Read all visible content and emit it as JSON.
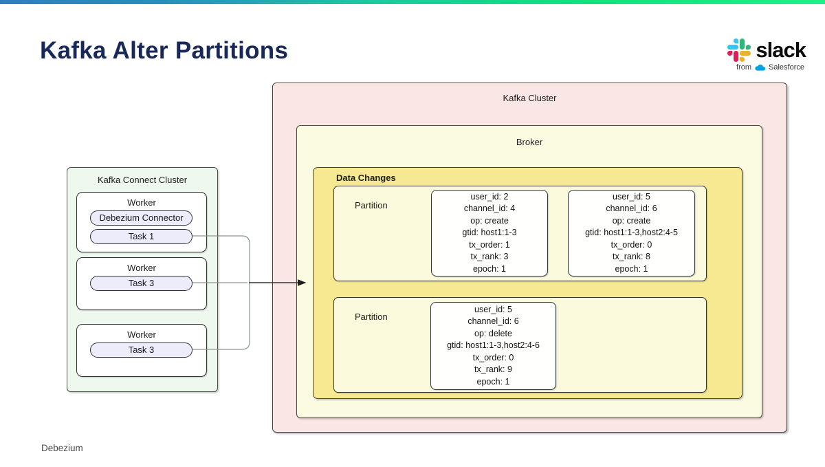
{
  "slide": {
    "title": "Kafka Alter Partitions",
    "footer": "Debezium"
  },
  "brand": {
    "wordmark": "slack",
    "tagline_from": "from",
    "tagline_company": "Salesforce",
    "slack_blue": "#36C5F0",
    "slack_green": "#2EB67D",
    "slack_red": "#E01E5A",
    "slack_yellow": "#ECB22E",
    "salesforce_blue": "#00A1E0"
  },
  "accent_bar": {
    "gradient_left": "#2E7FC2",
    "gradient_mid": "#1FC8A0",
    "gradient_right": "#22EF87"
  },
  "diagram": {
    "connect_cluster": {
      "label": "Kafka Connect Cluster",
      "fill": "#EEF8EE",
      "pill_fill": "#ECECFA",
      "workers": [
        {
          "label": "Worker",
          "pills": [
            {
              "label": "Debezium Connector"
            },
            {
              "label": "Task 1"
            }
          ]
        },
        {
          "label": "Worker",
          "pills": [
            {
              "label": "Task 3"
            }
          ]
        },
        {
          "label": "Worker",
          "pills": [
            {
              "label": "Task 3"
            }
          ]
        }
      ]
    },
    "kafka_cluster": {
      "label": "Kafka Cluster",
      "fill": "#FAE6E4",
      "broker": {
        "label": "Broker",
        "fill": "#FBFBE2",
        "data_changes": {
          "label": "Data Changes",
          "fill": "#F6E992",
          "partitions": [
            {
              "label": "Partition",
              "fill": "#FCFADC",
              "messages": [
                {
                  "fields": [
                    "user_id: 2",
                    "channel_id: 4",
                    "op: create",
                    "gtid: host1:1-3",
                    "tx_order: 1",
                    "tx_rank: 3",
                    "epoch: 1"
                  ]
                },
                {
                  "fields": [
                    "user_id: 5",
                    "channel_id: 6",
                    "op: create",
                    "gtid: host1:1-3,host2:4-5",
                    "tx_order: 0",
                    "tx_rank: 8",
                    "epoch: 1"
                  ]
                }
              ]
            },
            {
              "label": "Partition",
              "fill": "#FCFADC",
              "messages": [
                {
                  "fields": [
                    "user_id: 5",
                    "channel_id: 6",
                    "op: delete",
                    "gtid: host1:1-3,host2:4-6",
                    "tx_order: 0",
                    "tx_rank: 9",
                    "epoch: 1"
                  ]
                }
              ]
            }
          ]
        }
      }
    }
  }
}
